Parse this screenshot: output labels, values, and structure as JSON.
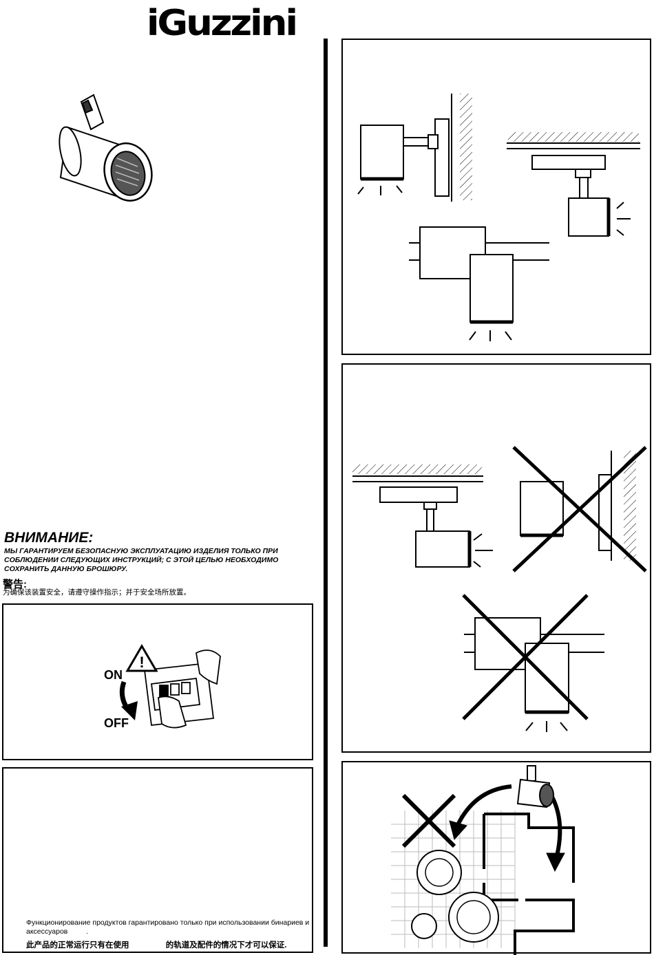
{
  "header": {
    "brand_logo": "iGuzzini"
  },
  "warning": {
    "title_ru": "ВНИМАНИЕ:",
    "text_ru": "МЫ ГАРАНТИРУЕМ БЕЗОПАСНУЮ ЭКСПЛУАТАЦИЮ ИЗДЕЛИЯ ТОЛЬКО ПРИ СОБЛЮДЕНИИ СЛЕДУЮЩИХ ИНСТРУКЦИЙ; С ЭТОЙ ЦЕЛЬЮ НЕОБХОДИМО СОХРАНИТЬ ДАННУЮ БРОШЮРУ.",
    "title_cn": "警告:",
    "text_cn": "为确保该装置安全，请遵守操作指示；并于安全场所放置。"
  },
  "power_panel": {
    "on_label": "ON",
    "off_label": "OFF"
  },
  "track_note": {
    "text_ru": "Функционирование продуктов гарантировано только при использовании бинариев и аксессуаров",
    "text_ru_tail": ".",
    "text_cn_a": "此产品的正常运行只有在使用",
    "text_cn_b": "的轨道及配件的情况下才可以保证."
  }
}
